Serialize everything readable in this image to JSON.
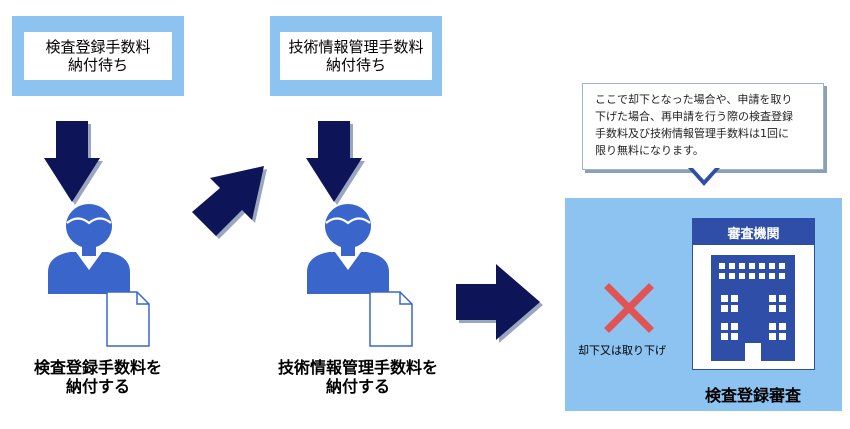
{
  "steps": [
    {
      "status_line1": "検査登録手数料",
      "status_line2": "納付待ち",
      "caption_line1": "検査登録手数料を",
      "caption_line2": "納付する"
    },
    {
      "status_line1": "技術情報管理手数料",
      "status_line2": "納付待ち",
      "caption_line1": "技術情報管理手数料を",
      "caption_line2": "納付する"
    }
  ],
  "callout": {
    "line1": "ここで却下となった場合や、申請を取り",
    "line2": "下げた場合、再申請を行う際の検査登録",
    "line3": "手数料及び技術情報管理手数料は1回に",
    "line4": "限り無料になります。"
  },
  "review": {
    "agency_label": "審査機関",
    "reject_label": "却下又は取り下げ",
    "title": "検査登録審査"
  },
  "colors": {
    "light_blue": "#8cc3f0",
    "navy": "#0d1457",
    "person_blue": "#3a66cc",
    "agency_blue": "#2f4ea8",
    "reject_red": "#e25454"
  }
}
